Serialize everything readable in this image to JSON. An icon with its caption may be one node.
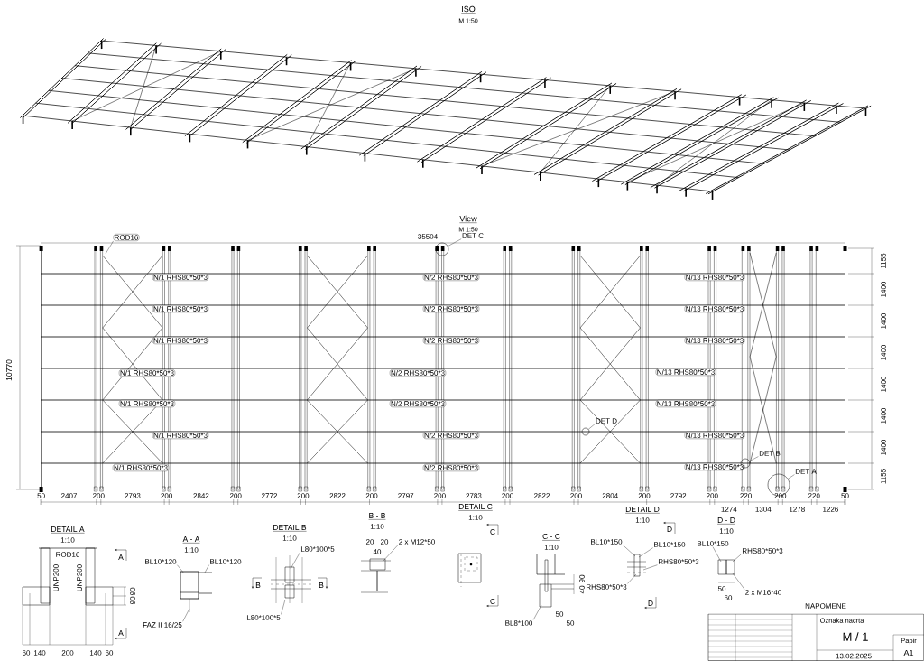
{
  "diagram": {
    "nodes": [
      {
        "text": [
          "N/1 RHS80*50*3"
        ]
      },
      {
        "text": [
          "N/1 RHS80*50*3"
        ]
      },
      {
        "text": [
          "N/1 RHS80*50*3"
        ]
      },
      {
        "text": [
          "N/1 RHS80*50*3"
        ]
      },
      {
        "text": [
          "N/1 RHS80*50*3"
        ]
      },
      {
        "text": [
          "N/1 RHS80*50*3"
        ]
      },
      {
        "text": [
          "N/1 RHS80*50*3"
        ]
      },
      {
        "text": [
          "N/2 RHS80*50*3"
        ]
      },
      {
        "text": [
          "N/2 RHS80*50*3"
        ]
      },
      {
        "text": [
          "N/2 RHS80*50*3"
        ]
      },
      {
        "text": [
          "N/2 RHS80*50*3"
        ]
      },
      {
        "text": [
          "N/2 RHS80*50*3"
        ]
      },
      {
        "text": [
          "N/2 RHS80*50*3"
        ]
      },
      {
        "text": [
          "N/2 RHS80*50*3"
        ]
      },
      {
        "text": [
          "N/13 RHS80*50*3"
        ]
      },
      {
        "text": [
          "N/13 RHS80*50*3"
        ]
      },
      {
        "text": [
          "N/13 RHS80*50*3"
        ]
      },
      {
        "text": [
          "N/13 RHS80*50*3"
        ]
      },
      {
        "text": [
          "N/13 RHS80*50*3"
        ]
      },
      {
        "text": [
          "N/13 RHS80*50*3"
        ]
      },
      {
        "text": [
          "N/13 RHS80*50*3"
        ]
      },
      {
        "text": [
          "DET C"
        ]
      },
      {
        "text": [],
        "shape": "circle"
      },
      {
        "text": [
          "DET D"
        ]
      },
      {
        "text": [],
        "shape": "circle"
      },
      {
        "text": [
          "DET B"
        ]
      },
      {
        "text": [],
        "shape": "circle"
      },
      {
        "text": [
          "DET A"
        ]
      },
      {
        "text": [],
        "shape": "circle"
      },
      {
        "text": [
          "ROD16"
        ]
      },
      {
        "text": [
          "BL10*120"
        ]
      },
      {
        "text": [
          "BL10*120"
        ]
      },
      {
        "text": [
          "FAZ II 16/25"
        ]
      },
      {
        "text": [
          "L80*100*5"
        ]
      },
      {
        "text": [
          "L80*100*5"
        ]
      },
      {
        "text": [
          "2 x M12*50"
        ]
      },
      {
        "text": [
          "BL8*100"
        ]
      },
      {
        "text": [
          "BL10*150"
        ]
      },
      {
        "text": [
          "BL10*150"
        ]
      },
      {
        "text": [
          "RHS80*50*3"
        ]
      },
      {
        "text": [
          "RHS80*50*3"
        ]
      },
      {
        "text": [
          "BL10*150"
        ]
      },
      {
        "text": [
          "RHS80*50*3"
        ]
      },
      {
        "text": [
          "2 x M16*40"
        ]
      },
      {
        "text": [],
        "shape": "picture"
      },
      {
        "text": [],
        "shape": "picture"
      },
      {
        "text": [],
        "shape": "picture"
      },
      {
        "text": [],
        "shape": "picture"
      },
      {
        "text": [],
        "shape": "picture"
      },
      {
        "text": [],
        "shape": "picture"
      }
    ],
    "edges": [
      {
        "from": 21,
        "to": 22,
        "arrow": "none"
      },
      {
        "from": 23,
        "to": 24,
        "arrow": "none"
      },
      {
        "from": 25,
        "to": 26,
        "arrow": "none"
      },
      {
        "from": 27,
        "to": 28,
        "arrow": "none"
      },
      {
        "from": 29,
        "to": null,
        "arrow": "none"
      },
      {
        "from": 30,
        "to": 44,
        "arrow": "none"
      },
      {
        "from": 31,
        "to": 44,
        "arrow": "none"
      },
      {
        "from": 32,
        "to": 44,
        "arrow": "none"
      },
      {
        "from": 33,
        "to": 45,
        "arrow": "none"
      },
      {
        "from": 34,
        "to": 45,
        "arrow": "none"
      },
      {
        "from": 35,
        "to": 46,
        "arrow": "none"
      },
      {
        "from": 36,
        "to": 47,
        "arrow": "none"
      },
      {
        "from": 37,
        "to": 48,
        "arrow": "none"
      },
      {
        "from": 38,
        "to": 48,
        "arrow": "none"
      },
      {
        "from": 39,
        "to": 48,
        "arrow": "none"
      },
      {
        "from": 40,
        "to": 48,
        "arrow": "none"
      },
      {
        "from": 41,
        "to": 49,
        "arrow": "none"
      },
      {
        "from": 42,
        "to": 49,
        "arrow": "none"
      },
      {
        "from": 43,
        "to": 49,
        "arrow": "none"
      }
    ],
    "labels": [
      "ISO",
      "M 1:50",
      "View",
      "M 1:50",
      "35504",
      "10770",
      "50",
      "2407",
      "200",
      "2793",
      "200",
      "2842",
      "200",
      "2772",
      "200",
      "2822",
      "200",
      "2797",
      "200",
      "2783",
      "200",
      "2822",
      "200",
      "2804",
      "200",
      "2792",
      "200",
      "1274",
      "220",
      "1304",
      "200",
      "1278",
      "220",
      "1226",
      "50",
      "1155",
      "1400",
      "1400",
      "1400",
      "1400",
      "1400",
      "1400",
      "1155",
      "DETAIL A",
      "1:10",
      "ROD16",
      "UNP200",
      "UNP200",
      "A",
      "A",
      "90",
      "90",
      "60",
      "140",
      "200",
      "140",
      "60",
      "A - A",
      "1:10",
      "B",
      "B",
      "DETAIL B",
      "1:10",
      "B - B",
      "1:10",
      "20",
      "20",
      "40",
      "DETAIL C",
      "1:10",
      "C",
      "C",
      "C - C",
      "1:10",
      "50",
      "50",
      "90",
      "40",
      "DETAIL D",
      "1:10",
      "D",
      "D",
      "D - D",
      "1:10",
      "50",
      "60",
      "NAPOMENE",
      "Oznaka nacrta",
      "M / 1",
      "Papir",
      "A1",
      "13.02.2025"
    ]
  }
}
